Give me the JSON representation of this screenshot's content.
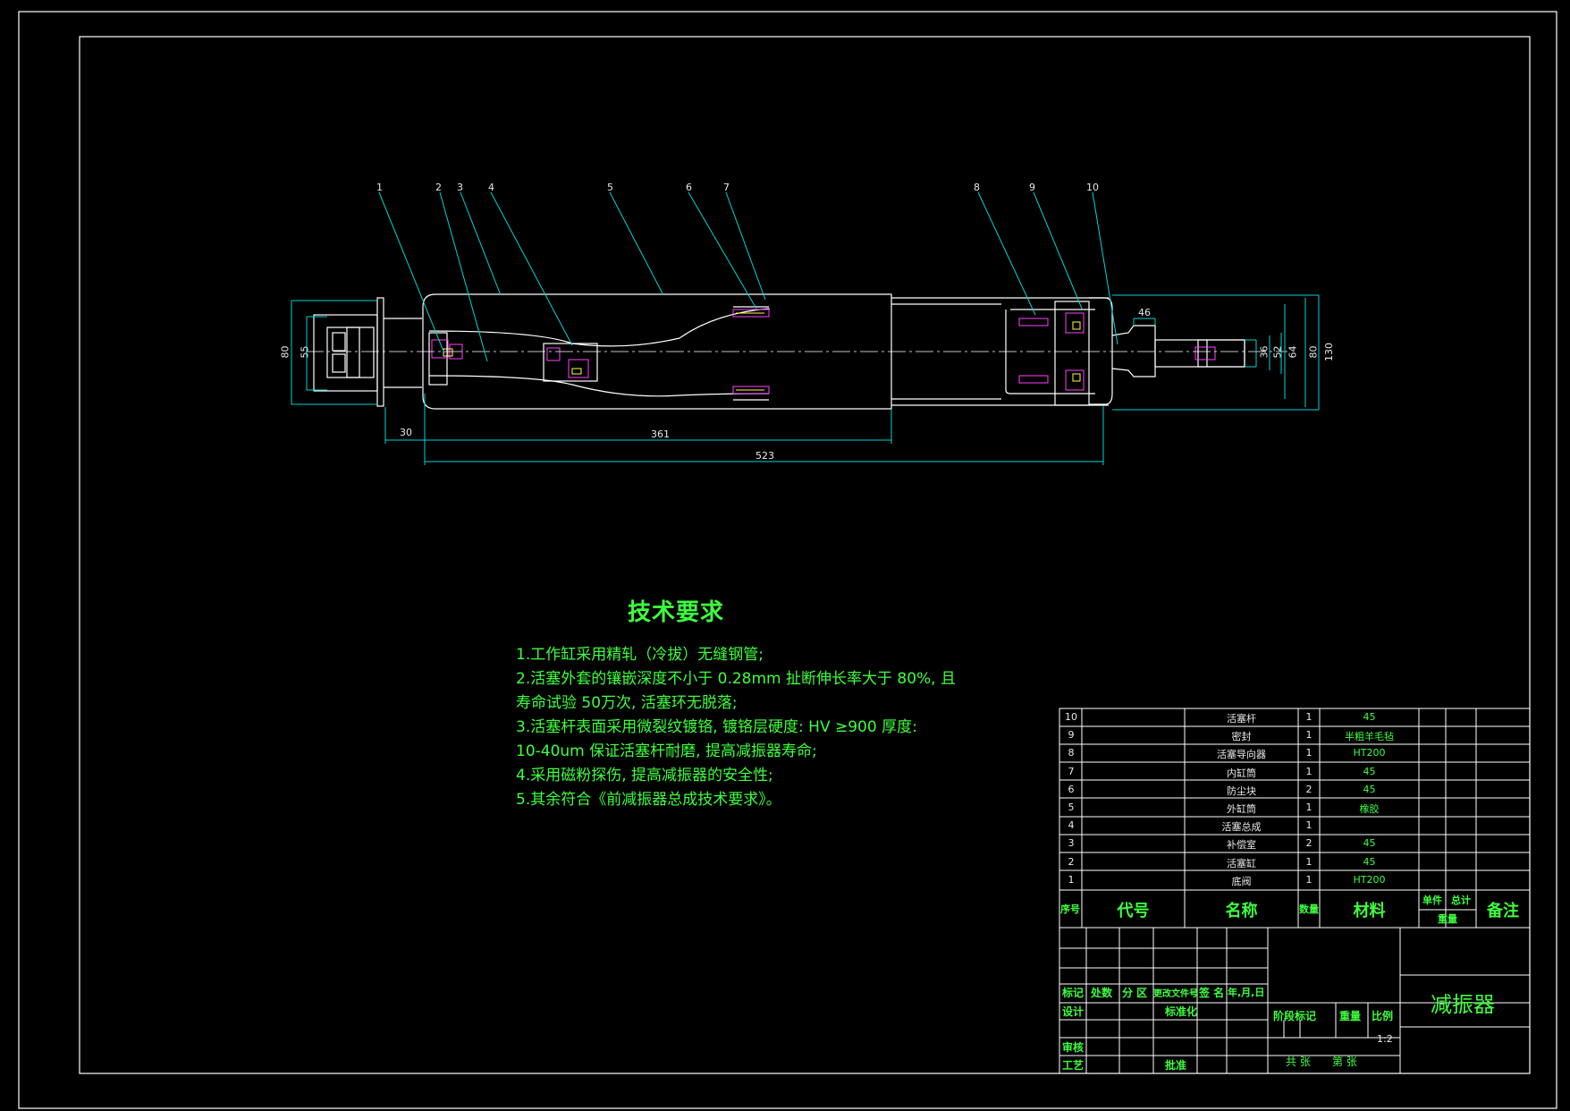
{
  "callouts": [
    "1",
    "2",
    "3",
    "4",
    "5",
    "6",
    "7",
    "8",
    "9",
    "10"
  ],
  "dimensions": {
    "d30": "30",
    "d361": "361",
    "d523": "523",
    "d46": "46",
    "d80a": "80",
    "d55": "55",
    "d36": "36",
    "d52": "52",
    "d64": "64",
    "d80b": "80",
    "d130": "130"
  },
  "tech": {
    "title": "技术要求",
    "lines": [
      "1.工作缸采用精轧（冷拔）无缝钢管;",
      "2.活塞外套的镶嵌深度不小于 0.28mm  扯断伸长率大于 80%, 且",
      "寿命试验 50万次, 活塞环无脱落;",
      "3.活塞杆表面采用微裂纹镀铬, 镀铬层硬度: HV ≥900  厚度:",
      "10-40um  保证活塞杆耐磨, 提高减振器寿命;",
      "4.采用磁粉探伤, 提高减振器的安全性;",
      "5.其余符合《前减振器总成技术要求》。"
    ]
  },
  "bom": {
    "rows": [
      {
        "no": "10",
        "name": "活塞杆",
        "qty": "1",
        "material": "45"
      },
      {
        "no": "9",
        "name": "密封",
        "qty": "1",
        "material": "半粗羊毛毡"
      },
      {
        "no": "8",
        "name": "活塞导向器",
        "qty": "1",
        "material": "HT200"
      },
      {
        "no": "7",
        "name": "内缸筒",
        "qty": "1",
        "material": "45"
      },
      {
        "no": "6",
        "name": "防尘块",
        "qty": "2",
        "material": "45"
      },
      {
        "no": "5",
        "name": "外缸筒",
        "qty": "1",
        "material": "橡胶"
      },
      {
        "no": "4",
        "name": "活塞总成",
        "qty": "1",
        "material": ""
      },
      {
        "no": "3",
        "name": "补偿室",
        "qty": "2",
        "material": "45"
      },
      {
        "no": "2",
        "name": "活塞缸",
        "qty": "1",
        "material": "45"
      },
      {
        "no": "1",
        "name": "底阀",
        "qty": "1",
        "material": "HT200"
      }
    ],
    "header": {
      "no": "序号",
      "code": "代号",
      "name": "名称",
      "qty": "数量",
      "material": "材料",
      "unit": "单件",
      "total": "总计",
      "weight": "重量",
      "remark": "备注"
    }
  },
  "title_block": {
    "mark": "标记",
    "count": "处数",
    "zone": "分 区",
    "doc_no": "更改文件号",
    "sign": "签 名",
    "date": "年,月,日",
    "design": "设计",
    "standard": "标准化",
    "stage_mark": "阶段标记",
    "weight": "重量",
    "scale": "比例",
    "scale_value": "1:2",
    "review": "审核",
    "process": "工艺",
    "approve": "批准",
    "sheets_total": "共 张",
    "sheet_no": "第 张",
    "drawing_name": "减振器"
  },
  "colors": {
    "outline": "#ffffff",
    "leader": "#00d5d5",
    "green_text": "#3eff3e",
    "dimension": "#00d5d5",
    "hatch": "#ff40ff",
    "yellow": "#ffff40"
  }
}
